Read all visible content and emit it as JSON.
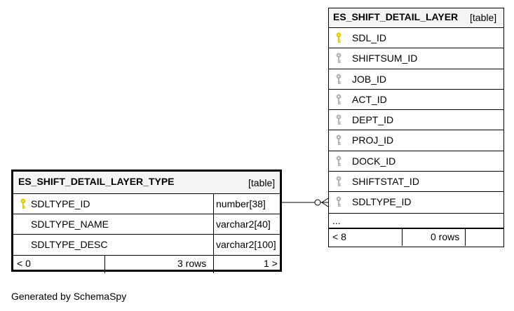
{
  "type_table": {
    "name": "ES_SHIFT_DETAIL_LAYER_TYPE",
    "tag": "[table]",
    "columns": [
      {
        "name": "SDLTYPE_ID",
        "type": "number[38]",
        "key": "primary"
      },
      {
        "name": "SDLTYPE_NAME",
        "type": "varchar2[40]",
        "key": "none"
      },
      {
        "name": "SDLTYPE_DESC",
        "type": "varchar2[100]",
        "key": "none"
      }
    ],
    "footer": {
      "parents": "< 0",
      "rows": "3 rows",
      "children": "1 >"
    }
  },
  "layer_table": {
    "name": "ES_SHIFT_DETAIL_LAYER",
    "tag": "[table]",
    "columns": [
      {
        "name": "SDL_ID",
        "key": "primary"
      },
      {
        "name": "SHIFTSUM_ID",
        "key": "foreign"
      },
      {
        "name": "JOB_ID",
        "key": "foreign"
      },
      {
        "name": "ACT_ID",
        "key": "foreign"
      },
      {
        "name": "DEPT_ID",
        "key": "foreign"
      },
      {
        "name": "PROJ_ID",
        "key": "foreign"
      },
      {
        "name": "DOCK_ID",
        "key": "foreign"
      },
      {
        "name": "SHIFTSTAT_ID",
        "key": "foreign"
      },
      {
        "name": "SDLTYPE_ID",
        "key": "foreign"
      }
    ],
    "ellipsis": "...",
    "footer": {
      "parents": "< 8",
      "rows": "0 rows",
      "children": ""
    }
  },
  "relationship": {
    "from": "ES_SHIFT_DETAIL_LAYER_TYPE.SDLTYPE_ID",
    "to": "ES_SHIFT_DETAIL_LAYER.SDLTYPE_ID",
    "cardinality": "one-to-zero-or-many"
  },
  "caption": "Generated by SchemaSpy",
  "colors": {
    "primary_key": "#e8c800",
    "foreign_key": "#b4b4b4",
    "header_bg": "#f4f4f4"
  }
}
